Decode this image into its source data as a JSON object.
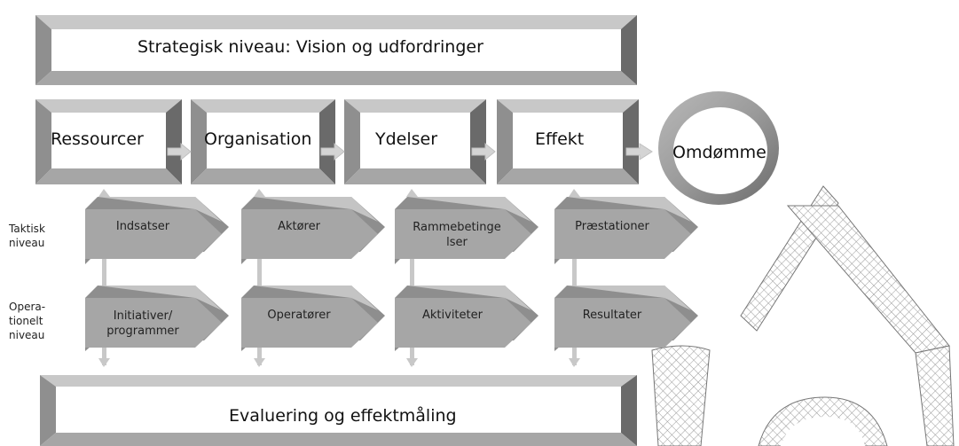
{
  "strategic": {
    "label": "Strategisk niveau: Vision og udfordringer"
  },
  "top_boxes": [
    {
      "label": "Ressourcer"
    },
    {
      "label": "Organisation"
    },
    {
      "label": "Ydelser"
    },
    {
      "label": "Effekt"
    }
  ],
  "reputation": {
    "label": "Omdømme"
  },
  "levels": {
    "tactical": "Taktisk\nniveau",
    "operational": "Opera-\ntionelt\nniveau"
  },
  "tactical_arrows": [
    {
      "label": "Indsatser"
    },
    {
      "label": "Aktører"
    },
    {
      "label": "Rammebetinge\nlser"
    },
    {
      "label": "Præstationer"
    }
  ],
  "operational_arrows": [
    {
      "label": "Initiativer/\nprogrammer"
    },
    {
      "label": "Operatører"
    },
    {
      "label": "Aktiviteter"
    },
    {
      "label": "Resultater"
    }
  ],
  "evaluation": {
    "label": "Evaluering og effektmåling"
  },
  "colors": {
    "frame_light": "#c8c8c8",
    "frame_mid": "#a6a6a6",
    "frame_dark": "#5f5f5f",
    "arrow": "#a8a8a8"
  }
}
